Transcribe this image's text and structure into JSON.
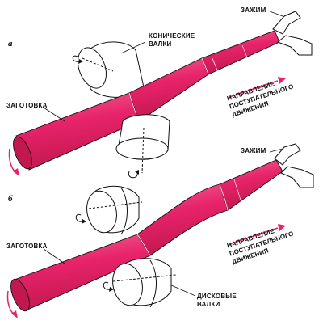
{
  "panel_a": {
    "letter": "a",
    "clamp_label": "ЗАЖИМ",
    "rolls_label_line1": "КОНИЧЕСКИЕ",
    "rolls_label_line2": "ВАЛКИ",
    "workpiece_label": "ЗАГОТОВКА",
    "direction_line1": "НАПРАВЛЕНИЕ",
    "direction_line2": "ПОСТУПАТЕЛЬНОГО",
    "direction_line3": "ДВИЖЕНИЯ"
  },
  "panel_b": {
    "letter": "б",
    "clamp_label": "ЗАЖИМ",
    "rolls_label_line1": "ДИСКОВЫЕ",
    "rolls_label_line2": "ВАЛКИ",
    "workpiece_label": "ЗАГОТОВКА",
    "direction_line1": "НАПРАВЛЕНИЕ",
    "direction_line2": "ПОСТУПАТЕЛЬНОГО",
    "direction_line3": "ДВИЖЕНИЯ"
  },
  "colors": {
    "workpiece": "#e8236a",
    "workpiece_dark": "#c2184f",
    "workpiece_light": "#f56a9b",
    "arrow": "#e8236a",
    "outline": "#111111"
  }
}
